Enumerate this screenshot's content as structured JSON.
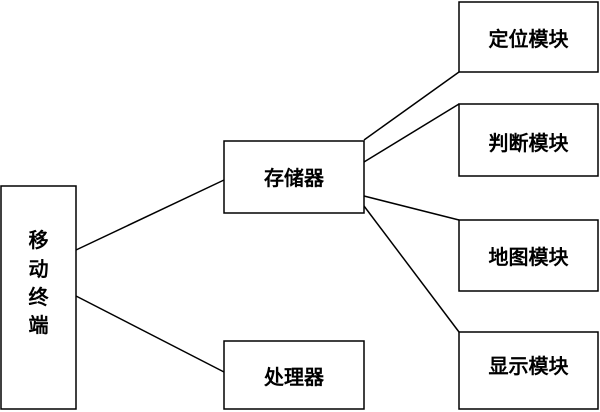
{
  "diagram": {
    "nodes": {
      "mobile_terminal": {
        "label": "移动终端",
        "chars": [
          "移",
          "动",
          "终",
          "端"
        ]
      },
      "memory": {
        "label": "存储器"
      },
      "processor": {
        "label": "处理器"
      },
      "positioning_module": {
        "label": "定位模块"
      },
      "judgment_module": {
        "label": "判断模块"
      },
      "map_module": {
        "label": "地图模块"
      },
      "display_module": {
        "label": "显示模块"
      }
    },
    "edges": [
      {
        "from": "mobile_terminal",
        "to": "memory"
      },
      {
        "from": "mobile_terminal",
        "to": "processor"
      },
      {
        "from": "memory",
        "to": "positioning_module"
      },
      {
        "from": "memory",
        "to": "judgment_module"
      },
      {
        "from": "memory",
        "to": "map_module"
      },
      {
        "from": "memory",
        "to": "display_module"
      }
    ],
    "colors": {
      "stroke": "#000000",
      "fill": "#ffffff",
      "text": "#000000"
    }
  }
}
